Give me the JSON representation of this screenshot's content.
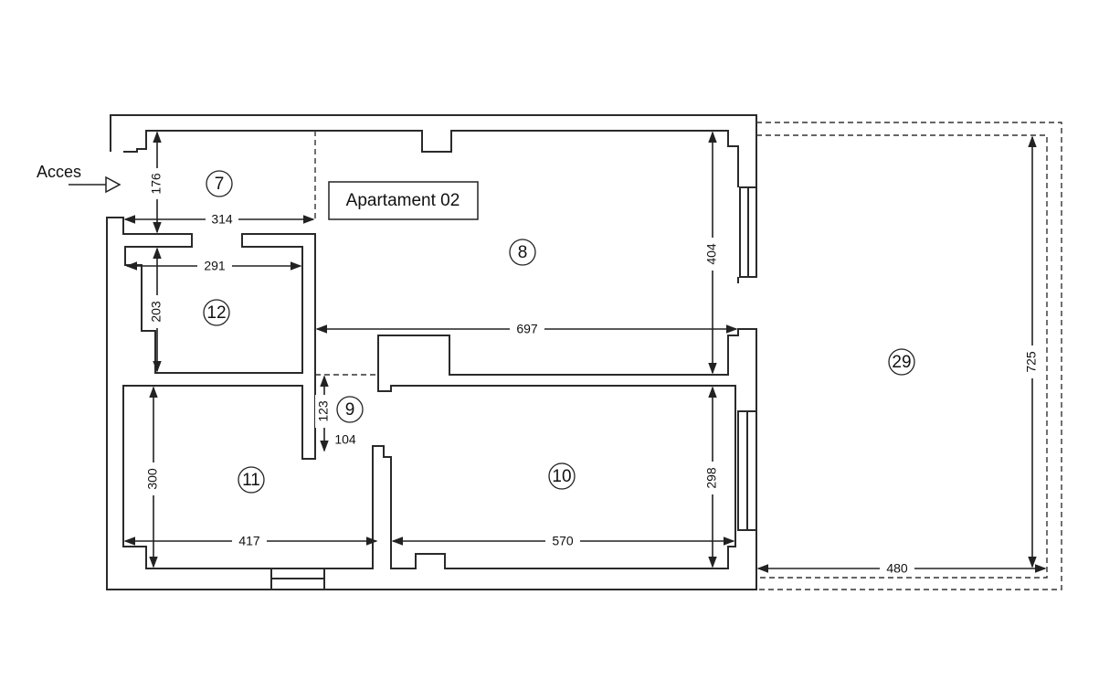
{
  "title": "Apartament 02",
  "access_label": "Acces",
  "rooms": [
    "7",
    "8",
    "9",
    "10",
    "11",
    "12",
    "29"
  ],
  "dimensions": {
    "d176": "176",
    "d314": "314",
    "d291": "291",
    "d203": "203",
    "d404": "404",
    "d697": "697",
    "d725": "725",
    "d123": "123",
    "d104": "104",
    "d300": "300",
    "d417": "417",
    "d570": "570",
    "d298": "298",
    "d480": "480"
  }
}
